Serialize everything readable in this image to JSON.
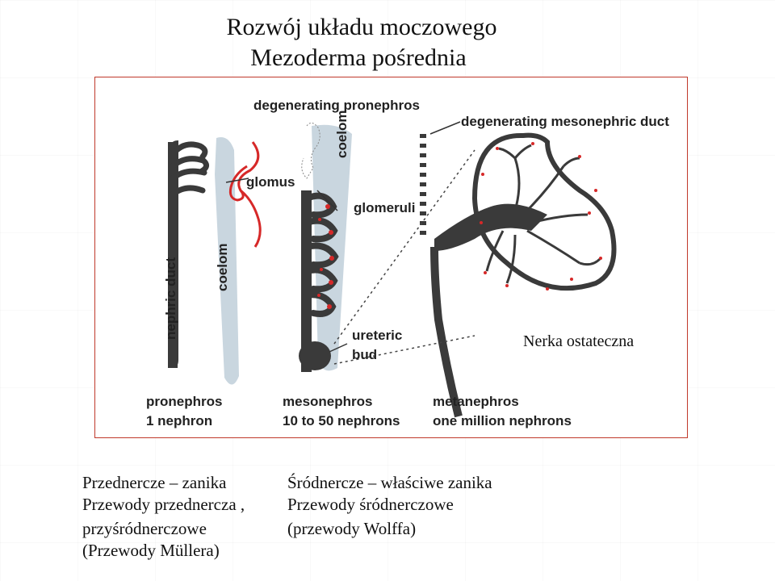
{
  "slide": {
    "title_line1": "Rozwój układu moczowego",
    "title_line2": "Mezoderma pośrednia"
  },
  "figure": {
    "labels": {
      "degenerating_pronephros": "degenerating pronephros",
      "degenerating_mesonephric_duct": "degenerating mesonephric duct",
      "glomus": "glomus",
      "coelom_left": "coelom",
      "coelom_middle": "coelom",
      "glomeruli": "glomeruli",
      "nephric_duct": "nephric duct",
      "ureteric": "ureteric",
      "bud": "bud",
      "nerka_ostateczna": "Nerka ostateczna"
    },
    "stages": [
      {
        "name": "pronephros",
        "count": "1 nephron"
      },
      {
        "name": "mesonephros",
        "count": "10 to 50 nephrons"
      },
      {
        "name": "metanephros",
        "count": "one million nephrons"
      }
    ]
  },
  "captions": {
    "left": [
      "Przednercze – zanika",
      "Przewody przednercza ,",
      "przyśródnerczowe",
      "(Przewody Müllera)"
    ],
    "right": [
      "Śródnercze – właściwe zanika",
      "Przewody śródnerczowe",
      "(przewody Wolffa)"
    ]
  },
  "colors": {
    "frame": "#c0392b",
    "tissue": "#3a3a3a",
    "vessel": "#d62828",
    "coelom": "#c9d6df"
  }
}
